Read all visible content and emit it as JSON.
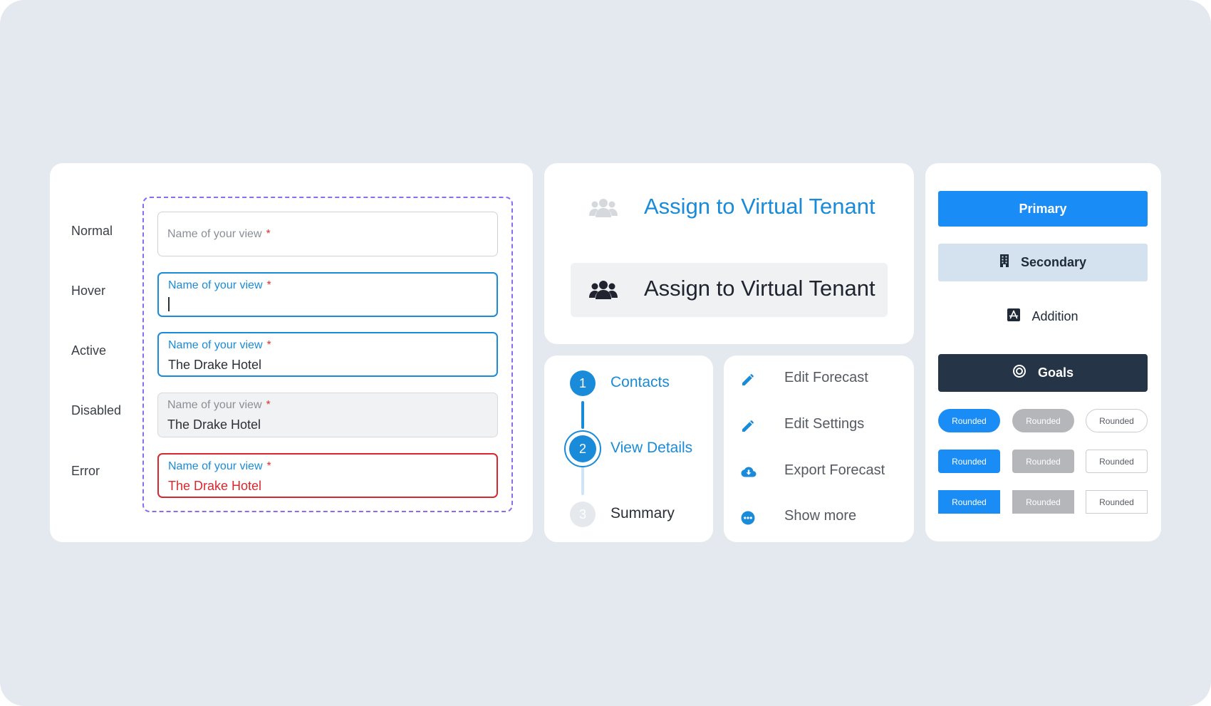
{
  "input_states": {
    "labels": [
      "Normal",
      "Hover",
      "Active",
      "Disabled",
      "Error"
    ],
    "field_label": "Name of your view",
    "required_mark": "*",
    "value": "The Drake Hotel"
  },
  "assign": {
    "label_light": "Assign to Virtual Tenant",
    "label_dark": "Assign to Virtual Tenant"
  },
  "stepper": {
    "steps": [
      {
        "number": "1",
        "label": "Contacts"
      },
      {
        "number": "2",
        "label": "View Details"
      },
      {
        "number": "3",
        "label": "Summary"
      }
    ]
  },
  "actions": {
    "items": [
      "Edit Forecast",
      "Edit Settings",
      "Export Forecast",
      "Show more"
    ]
  },
  "buttons": {
    "primary": "Primary",
    "secondary": "Secondary",
    "addition": "Addition",
    "goals": "Goals",
    "rounded": "Rounded"
  },
  "colors": {
    "accent": "#1a8bd8",
    "primary": "#1a8cf6",
    "error": "#d8282e",
    "dark": "#263447",
    "dashed_frame": "#8a6cf0"
  }
}
